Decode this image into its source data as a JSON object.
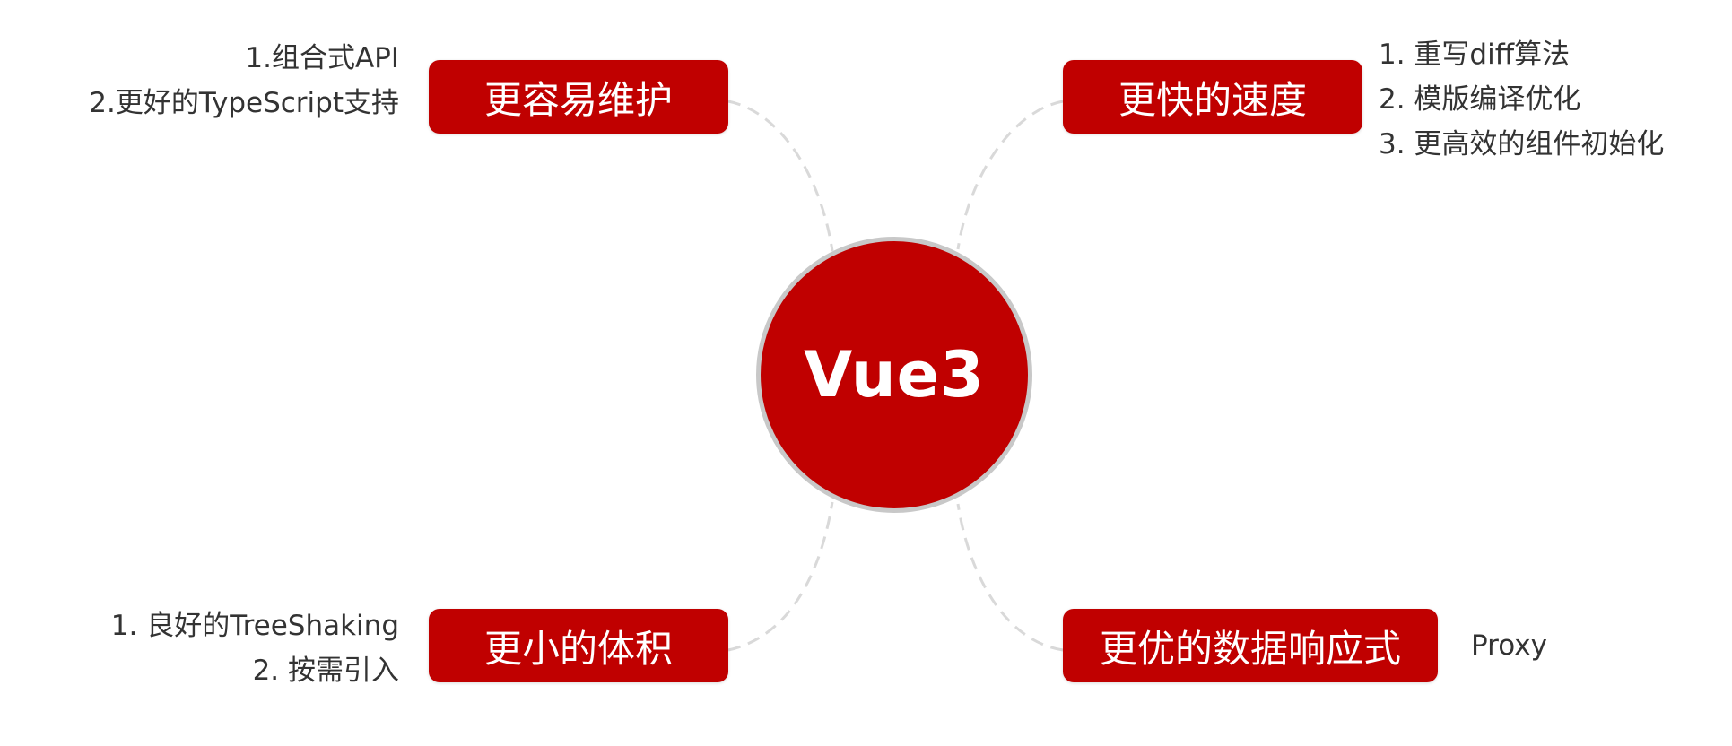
{
  "center": {
    "label": "Vue3"
  },
  "branches": {
    "top_left": {
      "label": "更容易维护",
      "notes": [
        "1.组合式API",
        "2.更好的TypeScript支持"
      ]
    },
    "top_right": {
      "label": "更快的速度",
      "notes": [
        "1. 重写diff算法",
        "2. 模版编译优化",
        "3. 更高效的组件初始化"
      ]
    },
    "bottom_left": {
      "label": "更小的体积",
      "notes": [
        "1. 良好的TreeShaking",
        "2. 按需引入"
      ]
    },
    "bottom_right": {
      "label": "更优的数据响应式",
      "notes": [
        "Proxy"
      ]
    }
  },
  "colors": {
    "node_fill": "#c00000",
    "node_text": "#ffffff",
    "note_text": "#333333",
    "connector": "#d9d9d9",
    "center_border": "#c8c8c8"
  }
}
